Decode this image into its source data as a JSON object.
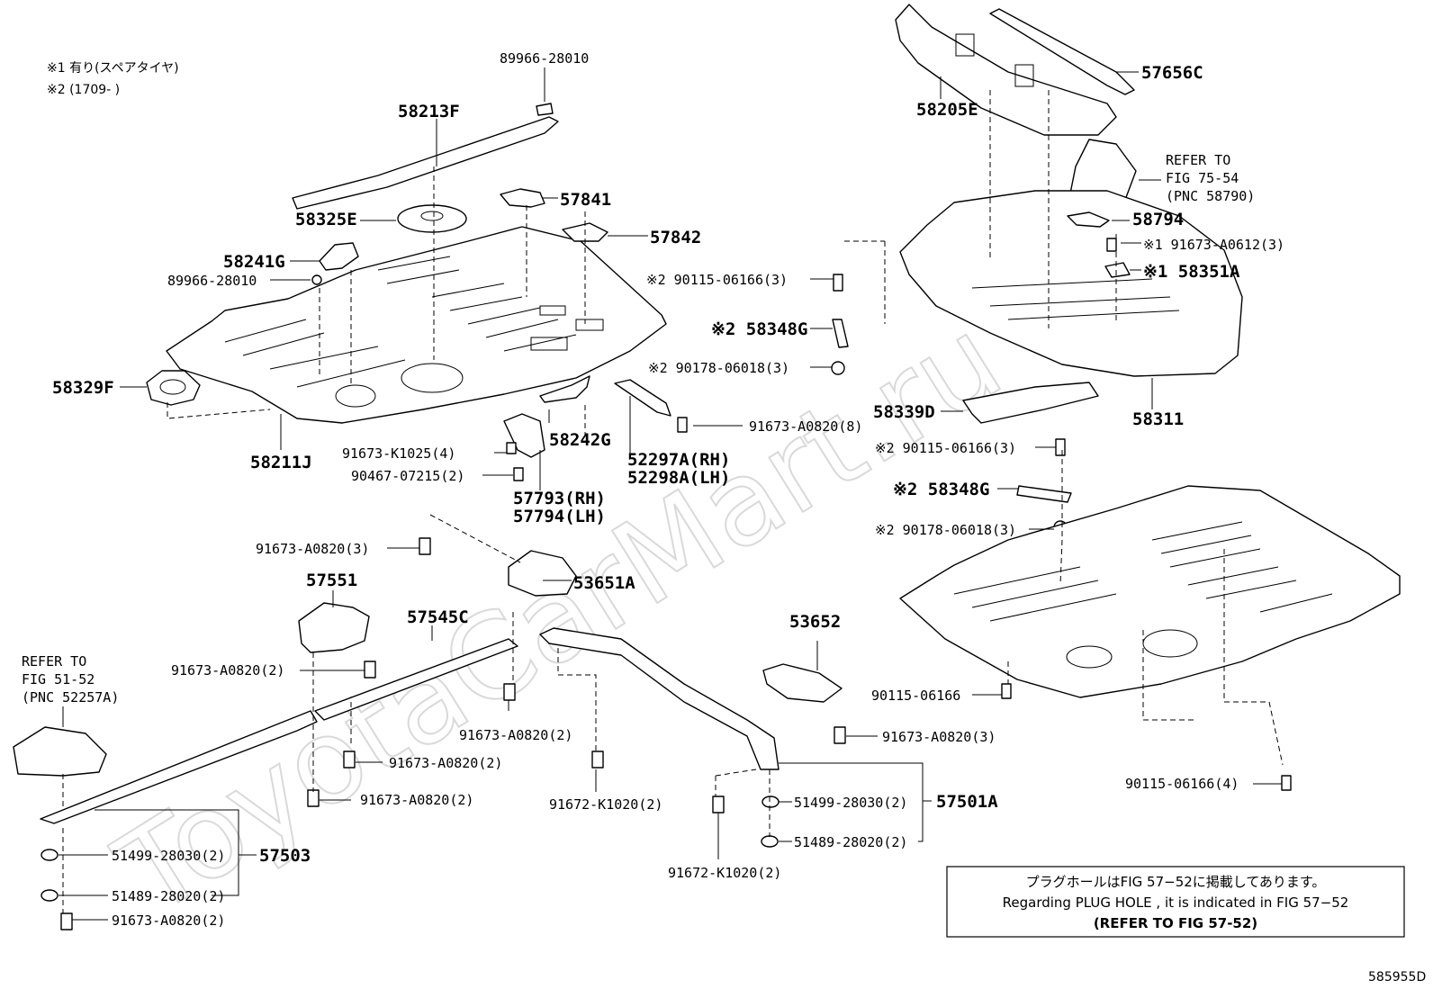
{
  "notes": {
    "n1": "※1 有り(スペアタイヤ)",
    "n2": "※2 (1709-    )"
  },
  "watermark": "ToyotaCarMart.ru",
  "labels": {
    "p89966a": "89966-28010",
    "p58213F": "58213F",
    "p58325E": "58325E",
    "p57841": "57841",
    "p57842": "57842",
    "p58241G": "58241G",
    "p89966b": "89966-28010",
    "p58329F": "58329F",
    "p58211J": "58211J",
    "p58242G": "58242G",
    "p91673K1025": "91673-K1025(4)",
    "p90467": "90467-07215(2)",
    "p57793": "57793(RH)",
    "p57794": "57794(LH)",
    "p52297A": "52297A(RH)",
    "p52298A": "52298A(LH)",
    "p91673A0820_8": "91673-A0820(8)",
    "p58205E": "58205E",
    "p57656C": "57656C",
    "refer7554_1": "REFER TO",
    "refer7554_2": "FIG 75-54",
    "refer7554_3": "(PNC 58790)",
    "p58794": "58794",
    "p91673A0612": "※1 91673-A0612(3)",
    "p58351A": "※1 58351A",
    "p90115_top": "※2 90115-06166(3)",
    "p58348G_top": "※2 58348G",
    "p90178_top": "※2 90178-06018(3)",
    "p58339D": "58339D",
    "p58311": "58311",
    "p90115_mid": "※2 90115-06166(3)",
    "p58348G_mid": "※2 58348G",
    "p90178_mid": "※2 90178-06018(3)",
    "p91673A0820_3a": "91673-A0820(3)",
    "p53651A": "53651A",
    "p57551": "57551",
    "p57545C": "57545C",
    "p53652": "53652",
    "refer5152_1": "REFER TO",
    "refer5152_2": "FIG 51-52",
    "refer5152_3": "(PNC 52257A)",
    "p91673A0820_2a": "91673-A0820(2)",
    "p91673A0820_2b": "91673-A0820(2)",
    "p91673A0820_2c": "91673-A0820(2)",
    "p91673A0820_2d": "91673-A0820(2)",
    "p91672K1020_a": "91672-K1020(2)",
    "p91673A0820_3b": "91673-A0820(3)",
    "p90115_single": "90115-06166",
    "p90115_4": "90115-06166(4)",
    "p51499_a": "51499-28030(2)",
    "p57503": "57503",
    "p51489_a": "51489-28020(2)",
    "p91673A0820_2e": "91673-A0820(2)",
    "p51499_b": "51499-28030(2)",
    "p57501A": "57501A",
    "p51489_b": "51489-28020(2)",
    "p91672K1020_b": "91672-K1020(2)"
  },
  "notice_box": {
    "line1": "プラグホールはFIG 57−52に掲載してあります。",
    "line2": "Regarding  PLUG HOLE , it is indicated in FIG 57−52",
    "line3": "(REFER TO FIG 57-52)"
  },
  "figure_id": "585955D"
}
